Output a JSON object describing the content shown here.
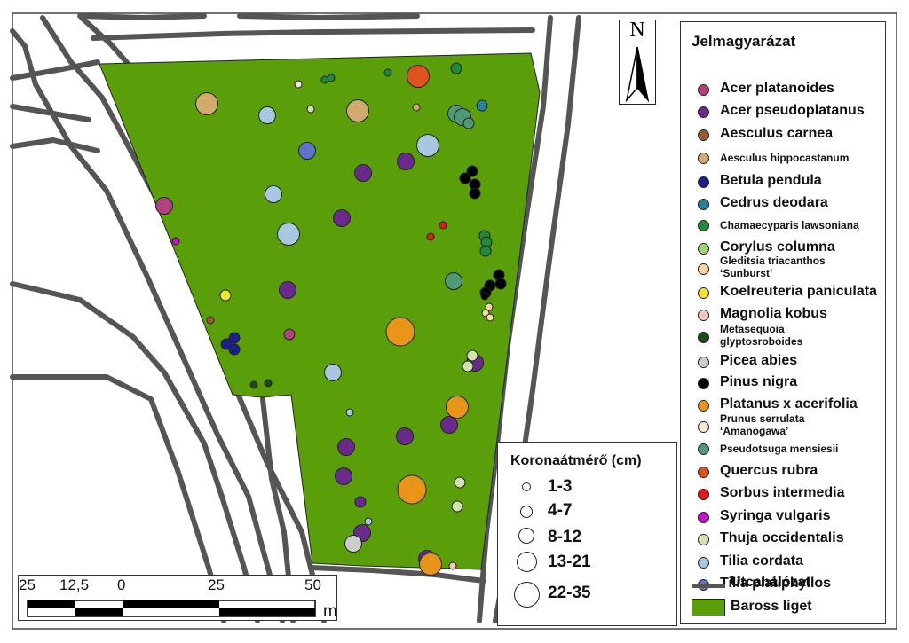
{
  "north_arrow": {
    "letter": "N"
  },
  "legend": {
    "title": "Jelmagyarázat",
    "items": [
      {
        "name": "Acer platanoides",
        "color": "#b0437d",
        "style": "big"
      },
      {
        "name": "Acer pseudoplatanus",
        "color": "#6a2a8c",
        "style": "big"
      },
      {
        "name": "Aesculus carnea",
        "color": "#9c5a33",
        "style": "big"
      },
      {
        "name": "Aesculus hippocastanum",
        "color": "#d1aa6d",
        "style": "small"
      },
      {
        "name": "Betula pendula",
        "color": "#1c1f8f",
        "style": "big"
      },
      {
        "name": "Cedrus deodara",
        "color": "#2a8096",
        "style": "big"
      },
      {
        "name": "Chamaecyparis lawsoniana",
        "color": "#1f8a3b",
        "style": "small"
      },
      {
        "name": "Corylus columna",
        "color": "#a8d27a",
        "style": "big"
      },
      {
        "name": "Gleditsia triacanthos",
        "name2": "‘Sunburst’",
        "color": "#f6d7a2",
        "style": "small"
      },
      {
        "name": "Koelreuteria paniculata",
        "color": "#f0e62a",
        "style": "big"
      },
      {
        "name": "Magnolia kobus",
        "color": "#f6c4c2",
        "style": "big"
      },
      {
        "name": "Metasequoia",
        "name2": "glyptosroboides",
        "color": "#1d4a18",
        "style": "small"
      },
      {
        "name": "Picea abies",
        "color": "#cccccc",
        "style": "big"
      },
      {
        "name": "Pinus nigra",
        "color": "#000000",
        "style": "big"
      },
      {
        "name": "Platanus x acerifolia",
        "color": "#e8951a",
        "style": "big"
      },
      {
        "name": "Prunus serrulata",
        "name2": "‘Amanogawa’",
        "color": "#f8edd2",
        "style": "small"
      },
      {
        "name": "Pseudotsuga mensiesii",
        "color": "#4f9a76",
        "style": "small"
      },
      {
        "name": "Quercus rubra",
        "color": "#e0531e",
        "style": "big"
      },
      {
        "name": "Sorbus intermedia",
        "color": "#e0191b",
        "style": "big"
      },
      {
        "name": "Syringa vulgaris",
        "color": "#c214c8",
        "style": "big"
      },
      {
        "name": "Thuja occidentalis",
        "color": "#cfe2b0",
        "style": "big"
      },
      {
        "name": "Tilia cordata",
        "color": "#a8c8e0",
        "style": "big"
      },
      {
        "name": "Tilia platiphyllos",
        "color": "#5c73c8",
        "style": "big"
      }
    ],
    "street_label": "Utcahálózat",
    "street_color": "#555555",
    "park_label": "Baross liget",
    "park_color": "#5a9e0a"
  },
  "crown_legend": {
    "title": "Koronaátmérő (cm)",
    "classes": [
      "1-3",
      "4-7",
      "8-12",
      "13-21",
      "22-35"
    ]
  },
  "scale_bar": {
    "ticks": [
      "25",
      "12,5",
      "0",
      "25",
      "50"
    ],
    "unit": "m"
  },
  "trees": [
    {
      "species": "Acer platanoides",
      "size": 3
    },
    {
      "species": "Syringa vulgaris",
      "size": 1
    },
    {
      "species": "Acer platanoides",
      "size": 2
    },
    {
      "species": "Aesculus carnea",
      "size": 1
    },
    {
      "species": "Koelreuteria paniculata",
      "size": 2
    },
    {
      "species": "Betula pendula",
      "size": 2
    },
    {
      "species": "Betula pendula",
      "size": 2
    },
    {
      "species": "Betula pendula",
      "size": 2
    },
    {
      "species": "Metasequoia glyptosroboides",
      "size": 1
    },
    {
      "species": "Metasequoia glyptosroboides",
      "size": 1
    },
    {
      "species": "Aesculus hippocastanum",
      "size": 4
    },
    {
      "species": "Aesculus hippocastanum",
      "size": 4
    },
    {
      "species": "Aesculus hippocastanum",
      "size": 1
    },
    {
      "species": "Tilia cordata",
      "size": 3
    },
    {
      "species": "Tilia cordata",
      "size": 4
    },
    {
      "species": "Tilia cordata",
      "size": 3
    },
    {
      "species": "Tilia cordata",
      "size": 4
    },
    {
      "species": "Tilia cordata",
      "size": 3
    },
    {
      "species": "Tilia cordata",
      "size": 1
    },
    {
      "species": "Tilia cordata",
      "size": 1
    },
    {
      "species": "Tilia platiphyllos",
      "size": 3
    },
    {
      "species": "Prunus serrulata Amanogawa",
      "size": 1
    },
    {
      "species": "Thuja occidentalis",
      "size": 1
    },
    {
      "species": "Chamaecyparis lawsoniana",
      "size": 1
    },
    {
      "species": "Chamaecyparis lawsoniana",
      "size": 1
    },
    {
      "species": "Chamaecyparis lawsoniana",
      "size": 1
    },
    {
      "species": "Chamaecyparis lawsoniana",
      "size": 2
    },
    {
      "species": "Chamaecyparis lawsoniana",
      "size": 2
    },
    {
      "species": "Chamaecyparis lawsoniana",
      "size": 2
    },
    {
      "species": "Chamaecyparis lawsoniana",
      "size": 2
    },
    {
      "species": "Quercus rubra",
      "size": 4
    },
    {
      "species": "Cedrus deodara",
      "size": 2
    },
    {
      "species": "Pseudotsuga mensiesii",
      "size": 3
    },
    {
      "species": "Pseudotsuga mensiesii",
      "size": 3
    },
    {
      "species": "Pseudotsuga mensiesii",
      "size": 2
    },
    {
      "species": "Pseudotsuga mensiesii",
      "size": 3
    },
    {
      "species": "Acer pseudoplatanus",
      "size": 3
    },
    {
      "species": "Acer pseudoplatanus",
      "size": 3
    },
    {
      "species": "Acer pseudoplatanus",
      "size": 3
    },
    {
      "species": "Acer pseudoplatanus",
      "size": 3
    },
    {
      "species": "Acer pseudoplatanus",
      "size": 3
    },
    {
      "species": "Acer pseudoplatanus",
      "size": 3
    },
    {
      "species": "Acer pseudoplatanus",
      "size": 3
    },
    {
      "species": "Acer pseudoplatanus",
      "size": 3
    },
    {
      "species": "Acer pseudoplatanus",
      "size": 2
    },
    {
      "species": "Acer pseudoplatanus",
      "size": 3
    },
    {
      "species": "Acer pseudoplatanus",
      "size": 3
    },
    {
      "species": "Acer pseudoplatanus",
      "size": 3
    },
    {
      "species": "Pinus nigra",
      "size": 2
    },
    {
      "species": "Pinus nigra",
      "size": 2
    },
    {
      "species": "Pinus nigra",
      "size": 2
    },
    {
      "species": "Pinus nigra",
      "size": 2
    },
    {
      "species": "Pinus nigra",
      "size": 2
    },
    {
      "species": "Pinus nigra",
      "size": 2
    },
    {
      "species": "Pinus nigra",
      "size": 2
    },
    {
      "species": "Pinus nigra",
      "size": 2
    },
    {
      "species": "Pinus nigra",
      "size": 1
    },
    {
      "species": "Sorbus intermedia",
      "size": 1
    },
    {
      "species": "Sorbus intermedia",
      "size": 1
    },
    {
      "species": "Gleditsia triacanthos Sunburst",
      "size": 1
    },
    {
      "species": "Gleditsia triacanthos Sunburst",
      "size": 1
    },
    {
      "species": "Gleditsia triacanthos Sunburst",
      "size": 1
    },
    {
      "species": "Platanus x acerifolia",
      "size": 5
    },
    {
      "species": "Platanus x acerifolia",
      "size": 4
    },
    {
      "species": "Platanus x acerifolia",
      "size": 5
    },
    {
      "species": "Platanus x acerifolia",
      "size": 4
    },
    {
      "species": "Thuja occidentalis",
      "size": 2
    },
    {
      "species": "Thuja occidentalis",
      "size": 2
    },
    {
      "species": "Thuja occidentalis",
      "size": 2
    },
    {
      "species": "Thuja occidentalis",
      "size": 2
    },
    {
      "species": "Picea abies",
      "size": 3
    },
    {
      "species": "Magnolia kobus",
      "size": 1
    }
  ]
}
